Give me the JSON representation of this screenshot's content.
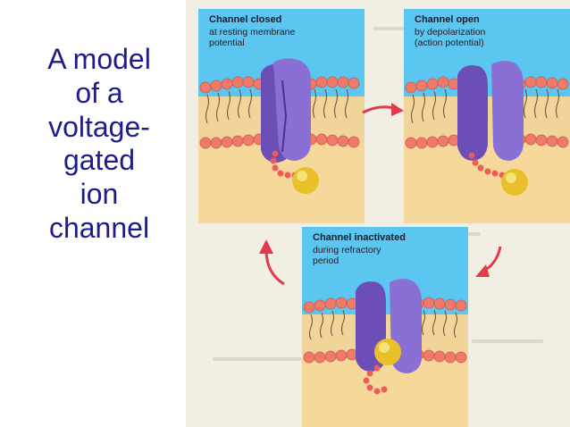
{
  "title": [
    "A model",
    "of a",
    "voltage-",
    "gated",
    "ion",
    "channel"
  ],
  "panels": {
    "closed": {
      "title": "Channel closed",
      "line1": "at resting membrane",
      "line2": "potential"
    },
    "open": {
      "title": "Channel open",
      "line1": "by depolarization",
      "line2": "(action potential)"
    },
    "inactivated": {
      "title": "Channel inactivated",
      "line1": "during refractory",
      "line2": "period"
    }
  },
  "colors": {
    "title_text": "#1c1c8c",
    "sky": "#5bc6f0",
    "cytoplasm": "#f6d99a",
    "lipid_head": "#ef7a6a",
    "protein": "#7a5cc4",
    "ball": "#e8c02a",
    "arrow": "#e23a48"
  }
}
